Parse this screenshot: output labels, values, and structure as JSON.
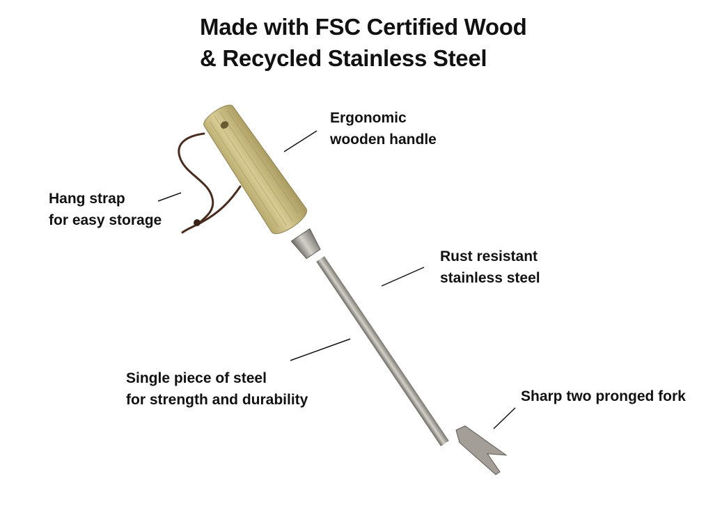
{
  "title": {
    "line1": "Made with FSC Certified Wood",
    "line2": "& Recycled Stainless Steel"
  },
  "callouts": {
    "handle": {
      "line1": "Ergonomic",
      "line2": "wooden handle"
    },
    "strap": {
      "line1": "Hang strap",
      "line2": "for easy storage"
    },
    "rust": {
      "line1": "Rust resistant",
      "line2": "stainless steel"
    },
    "single": {
      "line1": "Single piece of steel",
      "line2": "for strength and durability"
    },
    "fork": {
      "line1": "Sharp two pronged fork"
    }
  },
  "colors": {
    "wood": "#cdbf86",
    "wood_dark": "#a89a5e",
    "steel": "#9a9690",
    "strap": "#4a2c1e",
    "text": "#111111"
  }
}
